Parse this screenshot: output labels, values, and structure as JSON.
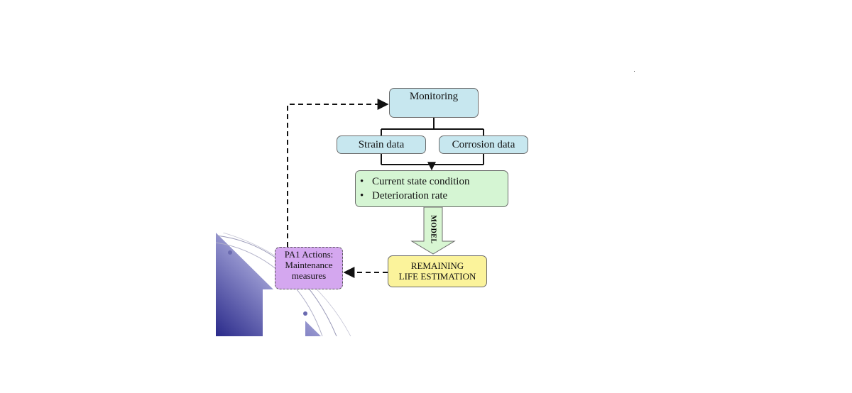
{
  "diagram": {
    "monitoring": "Monitoring",
    "strain_data": "Strain data",
    "corrosion_data": "Corrosion data",
    "state_items": [
      "Current state condition",
      "Deterioration rate"
    ],
    "model_arrow_label": "MODEL",
    "remaining_line1": "REMAINING",
    "remaining_line2": "LIFE ESTIMATION",
    "actions_line1": "PA1 Actions:",
    "actions_line2": "Maintenance",
    "actions_line3": "measures"
  },
  "colors": {
    "monitoring_fill": "#c7e7ef",
    "state_fill": "#d5f5d3",
    "remaining_fill": "#fbf39b",
    "actions_fill": "#d4a7ef",
    "model_arrow_fill": "#d8f6d2",
    "decoration_gradient_dark": "#2a2a8a"
  }
}
